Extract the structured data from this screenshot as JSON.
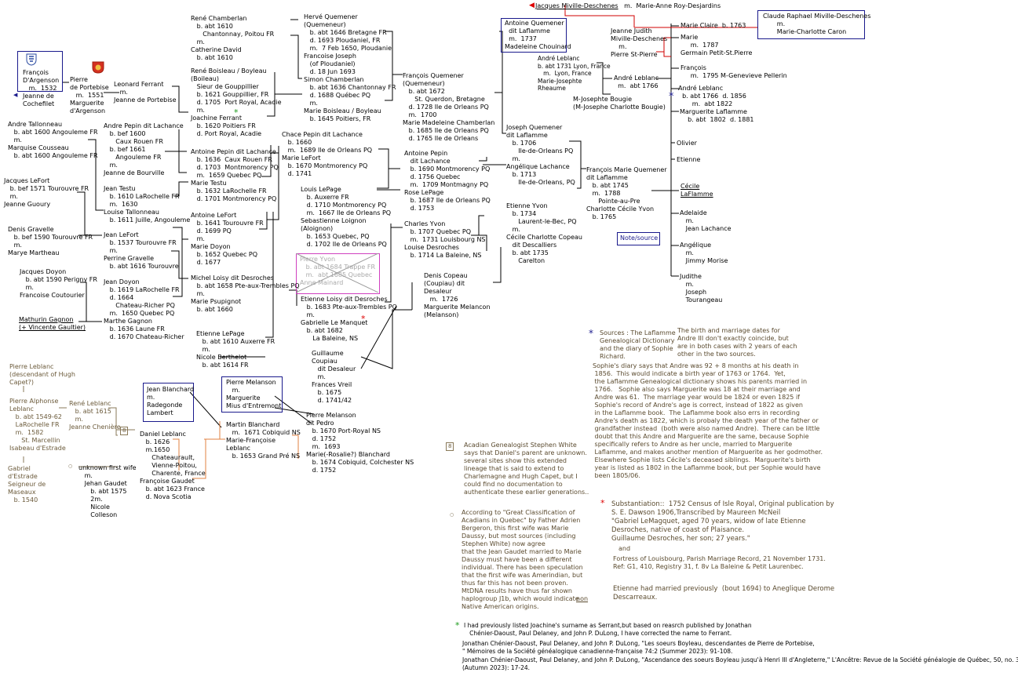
{
  "people": {
    "jacques_miville": "Jacques Miville-Deschenes",
    "jacques_spouse": "  m.  Marie-Anne Roy-Desjardins",
    "claude": "Claude Raphael Miville-Deschenes\n       m.\n       Marie-Charlotte Caron",
    "jeanne_judith": "Jeanne Judith\nMiville-Deschenes\n    m.\nPierre St-Pierre",
    "marie_claire": "Marie Claire  b. 1763",
    "marie_germain": "Marie\n     m.  1787\nGermain Petit-St.Pierre",
    "francois_pellerin": "François\n     m.  1795 M-Genevieve Pellerin",
    "antoine_quemener_top": "Antoine Quemener\n  dit Laflamme\n  m.  1737\nMadeleine Chouinard",
    "andre_leblanc_1731": "André Leblanc\nb. abt 1731 Lyon, France\n   m.  Lyon, France\nMarie-Josephte\nRheaume",
    "andre_leblanc_1766a": "André Leblanc\n  m.  abt 1766",
    "mjb": "M-Josephte Bougie\n(M-Josephe Charlotte Bougie)",
    "andre_leblanc_1766b": "André Leblanc\n  b. abt 1766  d. 1856\n       m.  abt 1822",
    "marguerite_laflamme": "Marguerite Laflamme\n    b. abt  1802  d. 1881",
    "olivier": "Olivier",
    "etienne_child": "Etienne",
    "cecile_laflamme": "Cécile\nLaFlamme",
    "adelaide": "Adelaide\n   m.\n   Jean Lachance",
    "angelique": "Angélique\n   m.\n   Jimmy Morise",
    "judithe": "Judithe\n   m.\n   Joseph\n   Tourangeau",
    "herve": "Hervé Quemener\n(Quemeneur)\n   b. abt 1646 Bretagne FR\n   d. 1693 Ploudaniel, FR\n   m.  7 Feb 1650, Ploudaniel\nFrancoise Joseph\n   (of Ploudaniel)\n   d. 18 Jun 1693",
    "rene_chamberlan": "René Chamberlan\n   b. abt 1610\n      Chantonnay, Poitou FR\n   m.\nCatherine David\n   b. abt 1610",
    "rene_boisleau": "René Boisleau / Boyleau\n(Boileau)\n   Sieur de Gouppillier\n   b. 1621 Gouppillier, FR\n   d. 1705  Port Royal, Acadie\n   m.\nJoachine Ferrant\n   b. 1620 Poitiers FR\n   d. Port Royal, Acadie",
    "simon_chamberlan": "Simon Chamberlan\n   b. abt 1636 Chantonnay FR\n   d. 1688 Québec PQ\n   m.\nMarie Boisleau / Boyleau\n   b. 1645 Poitiers, FR",
    "francois_quemener": "François Quemener\n(Quemeneur)\n   b. abt 1672\n      St. Querdon, Bretagne\n   d. 1728 Ile de Orleans PQ\n   m.  1700\nMarie Madeleine Chamberlan\n   b. 1685 Ile de Orleans PQ\n   d. 1765 Ile de Orleans",
    "francois_dargenson": "François\nD'Argenson\n   m.  1532\nJeanne de\nCochefilet",
    "pierre_portebise": "Pierre\nde Portebise\n   m.  1551\nMarguerite\nd'Argenson",
    "leonard_ferrant": "Leonard Ferrant\n   m.\nJeanne de Portebise",
    "andre_tallonneau": "Andre Tallonneau\n   b. abt 1600 Angouleme FR\n   m.\nMarquise Cousseau\n   b. abt 1600 Angouleme FR",
    "andre_pepin": "Andre Pepin dit Lachance\n   b. bef 1600\n      Caux Rouen FR\n   b. bef 1661\n      Angouleme FR\n   m.\nJeanne de Bourville",
    "antoine_pepin_1636": "Antoine Pepin dit Lachance\n   b. 1636  Caux Rouen FR\n   d. 1703  Montmorency PQ\n   m.  1659 Quebec PQ\nMarie Testu\n   b. 1632 LaRochelle FR\n   d. 1701 Montmorency PQ",
    "chace_pepin": "Chace Pepin dit Lachance\n   b. 1660\n   m.  1689 Ile de Orleans PQ\nMarie LeFort\n   b. 1670 Montmorency PQ\n   d. 1741",
    "antoine_pepin_1690": "Antoine Pepin\n   dit Lachance\n   b. 1690 Montmorency PQ\n   d. 1756 Quebec\n   m.  1709 Montmagny PQ\nRose LePage\n   b. 1687 Ile de Orleans PQ\n   d. 1753",
    "joseph_quemener": "Joseph Quemener\ndit Laflamme\n   b. 1706\n      Ile-de-Orleans PQ\n   m.\nAngélique Lachance\n   b. 1713\n      Ile-de-Orleans, PQ",
    "francois_marie_quemener": "François Marie Quemener\ndit Laflamme\n   b. abt 1745\n   m.  1788\n      Pointe-au-Pre\nCharlotte Cécile Yvon\n   b. 1765",
    "jacques_lefort": "Jacques LeFort\n   b. bef 1571 Tourouvre FR\n   m.\nJeanne Guoury",
    "jean_testu": "Jean Testu\n   b. 1610 LaRochelle FR\n   m.  1630\nLouise Tallonneau\n   b. 1611 Juille, Angouleme",
    "denis_gravelle": "Denis Gravelle\n   b. bef 1590 Tourouvre FR\n   m.\nMarye Martheau",
    "jean_lefort": "Jean LeFort\n   b. 1537 Tourouvre FR\n   m.\nPerrine Gravelle\n   b. abt 1616 Tourouvre",
    "antoine_lefort": "Antoine LeFort\n   b. 1641 Tourouvre FR\n   d. 1699 PQ\n   m.\nMarie Doyon\n   b. 1652 Quebec PQ\n   d. 1677",
    "louis_lepage": "Louis LePage\n   b. Auxerre FR\n   d. 1710 Montmorency PQ\n   m.  1667 Ile de Orleans PQ\nSebastienne Loignon\n(Aloignon)\n   b. 1653 Quebec, PQ\n   d. 1702 Ile de Orleans PQ",
    "jacques_doyon": "Jacques Doyon\n   b. abt 1590 Perigny FR\n   m.\nFrancoise Coutourier",
    "jean_doyon": "Jean Doyon\n   b. 1619 LaRochelle FR\n   d. 1664\n      Chateau-Richer PQ\n   m.  1650 Quebec PQ\nMarthe Gagnon\n   b. 1636 Laune FR\n   d. 1670 Chateau-Richer",
    "mathurin": "Mathurin Gagnon\n(+ Vincente Gaultier)",
    "pierre_yvon": "Pierre Yvon\n   b. abt 1684 Trappe FR\n   m.  abt 1685 Quebec\nAnne Mainard",
    "michel_loisy": "Michel Loisy dit Desroches\n   b. abt 1658 Pte-aux-Trembles PQ\n   m.\nMarie Psupignot\n   b. abt 1660",
    "etienne_loisy": "Etienne Loisy dit Desroches\n   b. 1683 Pte-aux-Trembles PQ\n   m.\nGabrielle Le Manquet\n   b. abt 1682\n      La Baleine, NS",
    "charles_yvon": "Charles Yvon\n   b. 1707 Quebec PQ\n   m.  1731 Louisbourg NS\nLouise Desroches\n   b. 1714 La Baleine, NS",
    "etienne_yvon": "Etienne Yvon\n   b. 1734\n      Laurent-le-Bec, PQ\n   m.\nCécile Charlotte Copeau\n   dit Descalliers\n   b. abt 1735\n      Carelton",
    "etienne_lepage": "Etienne LePage\n   b. abt 1610 Auxerre FR\n   m.\nNicole Berthelot\n   b. abt 1614 FR",
    "denis_copeau": "Denis Copeau\n(Coupiau) dit\nDesaleur\n   m.  1726\nMarguerite Melancon\n(Melanson)",
    "guillaume_coupiau": "Guillaume\nCoupiau\n   dit Desaleur\n   m.\nFrances Vreil\n   b. 1675\n   d. 1741/42",
    "pierre_leblanc_desc": "Pierre Leblanc\n(descendant of Hugh\nCapet?)",
    "pierre_alphonse": "Pierre Alphonse\nLeblanc\n   b. abt 1549-62\n   LaRochelle FR\n   m.  1582\n      St. Marcellin\nIsabeau d'Estrade",
    "gabriel_destrade": "Gabriel\nd'Estrade\nSeigneur de\nMaseaux\n   b. 1540",
    "rene_leblanc": "René Leblanc\n   b. abt 1615\n   m.\nJeanne Chenière",
    "jean_blanchard": "Jean Blanchard\nm.\nRadegonde\nLambert",
    "pierre_melanson_top": "Pierre Melanson\n   m.\nMarguerite\nMius d'Entremont",
    "daniel_leblanc": "Daniel Leblanc\n   b. 1626\n   m.1650\n      Chateaurault,\n      Vienne-Poitou,\n      Charente, France\nFrançoise Gaudet\n   b. abt 1623 France\n   d. Nova Scotia",
    "martin_blanchard": "Martin Blanchard\n   m.  1671 Cobiquid NS\nMarie-Françoise\nLeblanc\n   b. 1653 Grand Pré NS",
    "pierre_melanson_pedro": "Pierre Melanson\ndit Pedro\n   b. 1670 Port-Royal NS\n   d. 1752\n   m.  1693\nMarie(-Rosalie?) Blanchard\n   b. 1674 Cobiquid, Colchester NS\n   d. 1752",
    "unknown_first_wife": "unknown first wife\n   m.\n   Jehan Gaudet\n      b. abt 1575\n      2m.\n      Nicole\n      Colleson"
  },
  "notes": {
    "note_source_label": "Note/source",
    "sources_laflamme": "Sources : The Laflamme\nGenealogical Dictionary\nand the diary of Sophie\nRichard.",
    "birth_marriage": "The birth and marriage dates for\nAndre III don't exactly coincide, but\nare in both cases with 2 years of each\nother in the two sources.",
    "sophie_diary": "Sophie's diary says that Andre was 92 + 8 months at his death in\n 1856.  This would indicate a birth year of 1763 or 1764.  Yet,\n the Laflamme Genealogical dictionary shows his parents married in\n 1766.   Sophie also says Marguerite was 18 at their marriage and\n Andre was 61.  The marriage year would be 1824 or even 1825 if\n Sophie's record of Andre's age is correct, instead of 1822 as given\n in the Laflamme book.  The Laflamme book also errs in recording\n Andre's death as 1822, which is probaly the death year of the father or\n grandfather instead  (both were also named Andre).  There can be little\n doubt that this Andre and Marguerite are the same, because Sophie\n specifically refers to Andre as her uncle, married to Marguerite\n Laflamme, and makes another mention of Marguerite as her godmother.\n Elsewhere Sophie lists Cécile's deceased siblings.  Marguerite's birth\n year is listed as 1802 in the Laflamme book, but per Sophie would have\n been 1805/06.",
    "acadian_genealogist": "Acadian Genealogist Stephen White\nsays that Daniel's parent are unknown.\nseveral sites show this extended\nlineage that is said to extend to\nCharlemagne and Hugh Capet, but I\ncould find no documentation to\nauthenticate these earlier generations..",
    "great_classification": "According to \"Great Classification of\nAcadians in Quebec\" by Father Adrien\nBergeron, this first wife was Marie\nDaussy, but most sources (including\nStephen White) now agree\nthat the Jean Gaudet married to Marie\nDaussy must have been a different\nindividual. There has been speculation\nthat the first wife was Amerindian, but\nthus far this has not been proven.\nMtDNA results have thus far shown\nhaplogroup J1b, which would indicate",
    "great_classification_non": "non",
    "native_origins": "Native American origins.",
    "substantiation": "Substantiation::  1752 Census of Isle Royal, Original publication by\nS. E. Dawson 1906,Transcribed by Maureen McNeil\n\"Gabriel LeMagquet, aged 70 years, widow of late Etienne\nDesroches, native of coast of Plaisance.\nGuillaume Desroches, her son; 27 years.\"",
    "and": "and",
    "fortress": "Fortress of Louisbourg, Parish Marriage Record, 21 November 1731.\nRef: G1, 410, Registry 31, f. 8v La Baleine & Petit Laurenbec.",
    "etienne_married": "Etienne had married previously  (bout 1694) to Aneglique Derome\nDescarreaux.",
    "joachine_note": "I had previously listed Joachine's surname as Serrant,but based on reasrch published by Jonathan\n   Chénier-Daoust, Paul Delaney, and John P. DuLong, I have corrected the name to Ferrant.",
    "citation1": "Jonathan Chénier-Daoust, Paul Delaney, and John P. DuLong, \"Les soeurs Boyleau, descendantes de Pierre de Portebise,\n\" Mémoires de la Société généalogique canadienne-française 74:2 (Summer 2023): 91-108.",
    "citation2": "Jonathan Chénier-Daoust, Paul Delaney, and John P. DuLong, \"Ascendance des soeurs Boyleau jusqu'à Henri III d'Angleterre,\" L'Ancêtre: Revue de la Société généalogie de Québec, 50, no. 344\n(Autumn 2023): 17-24."
  },
  "symbols": {
    "star": "*",
    "box_mark": "8",
    "ring_mark": "○"
  },
  "colors": {
    "line_blue": "#1a1a8c",
    "line_red": "#d00000",
    "line_orange": "#e08040",
    "line_brown": "#8a7a5a",
    "pink_box": "#d040c0",
    "note_text": "#5a4a2e"
  },
  "icons": {
    "shield_blue": "shield-argenson-icon",
    "shield_red": "shield-portebise-icon",
    "arrow_left": "arrow-left-icon"
  }
}
